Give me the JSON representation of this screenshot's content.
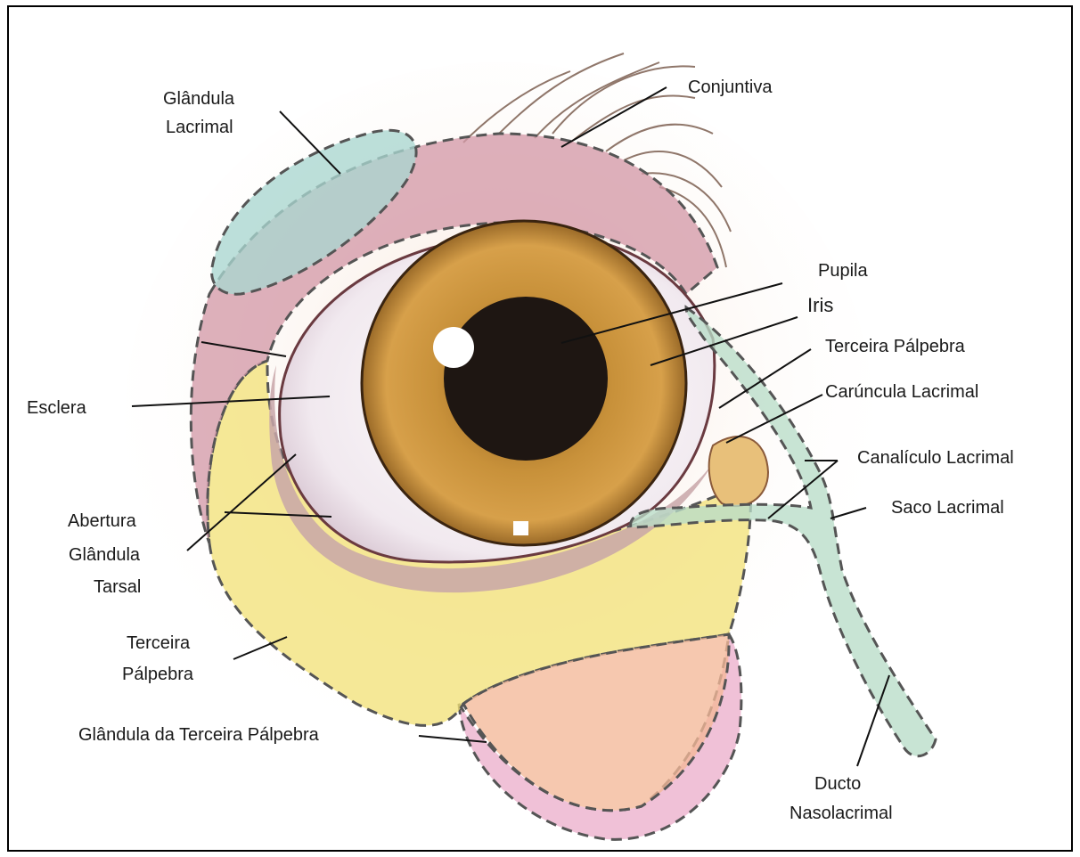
{
  "labels": {
    "glandula_lacrimal": [
      "Glândula",
      "Lacrimal"
    ],
    "conjuntiva": "Conjuntiva",
    "pupila": "Pupila",
    "iris": "Iris",
    "terceira_palpebra_right": "Terceira Pálpebra",
    "caruncula": "Carúncula Lacrimal",
    "canaliculo": "Canalículo  Lacrimal",
    "saco": "Saco Lacrimal",
    "esclera": "Esclera",
    "abertura": [
      "Abertura",
      "Glândula",
      "Tarsal"
    ],
    "terceira_palpebra_left": [
      "Terceira",
      "Pálpebra"
    ],
    "glandula_terceira": "Glândula da Terceira Pálpebra",
    "ducto": [
      "Ducto",
      "Nasolacrimal"
    ]
  },
  "colors": {
    "iris": "#c8913a",
    "pupil": "#1e1612",
    "eyelid": "#d49aa8",
    "lacrimal_gland": "#a9d6cf",
    "third_eyelid": "#f2e27a",
    "third_eyelid_gland": "#f4b898",
    "pink_rim": "#ecb0cc",
    "duct": "#b8dcc8"
  }
}
